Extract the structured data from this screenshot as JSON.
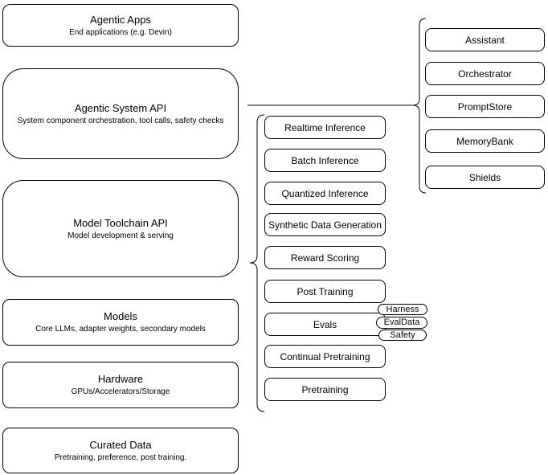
{
  "diagram": {
    "left_stack": [
      {
        "title": "Agentic Apps",
        "subtitle": "End applications (e.g. Devin)"
      },
      {
        "title": "Agentic System API",
        "subtitle": "System component orchestration, tool calls, safety checks"
      },
      {
        "title": "Model Toolchain API",
        "subtitle": "Model development & serving"
      },
      {
        "title": "Models",
        "subtitle": "Core LLMs, adapter weights, secondary models"
      },
      {
        "title": "Hardware",
        "subtitle": "GPUs/Accelerators/Storage"
      },
      {
        "title": "Curated Data",
        "subtitle": "Pretraining, preference, post training."
      }
    ],
    "toolchain_components": [
      {
        "label": "Realtime Inference"
      },
      {
        "label": "Batch Inference"
      },
      {
        "label": "Quantized Inference"
      },
      {
        "label": "Synthetic Data Generation"
      },
      {
        "label": "Reward Scoring"
      },
      {
        "label": "Post Training"
      },
      {
        "label": "Evals"
      },
      {
        "label": "Continual Pretraining"
      },
      {
        "label": "Pretraining"
      }
    ],
    "system_components": [
      {
        "label": "Assistant"
      },
      {
        "label": "Orchestrator"
      },
      {
        "label": "PromptStore"
      },
      {
        "label": "MemoryBank"
      },
      {
        "label": "Shields"
      }
    ],
    "eval_pills": [
      {
        "label": "Harness"
      },
      {
        "label": "EvalData"
      },
      {
        "label": "Safety"
      }
    ],
    "colors": {
      "stroke": "#000000",
      "fill": "#ffffff",
      "text": "#000000"
    }
  }
}
